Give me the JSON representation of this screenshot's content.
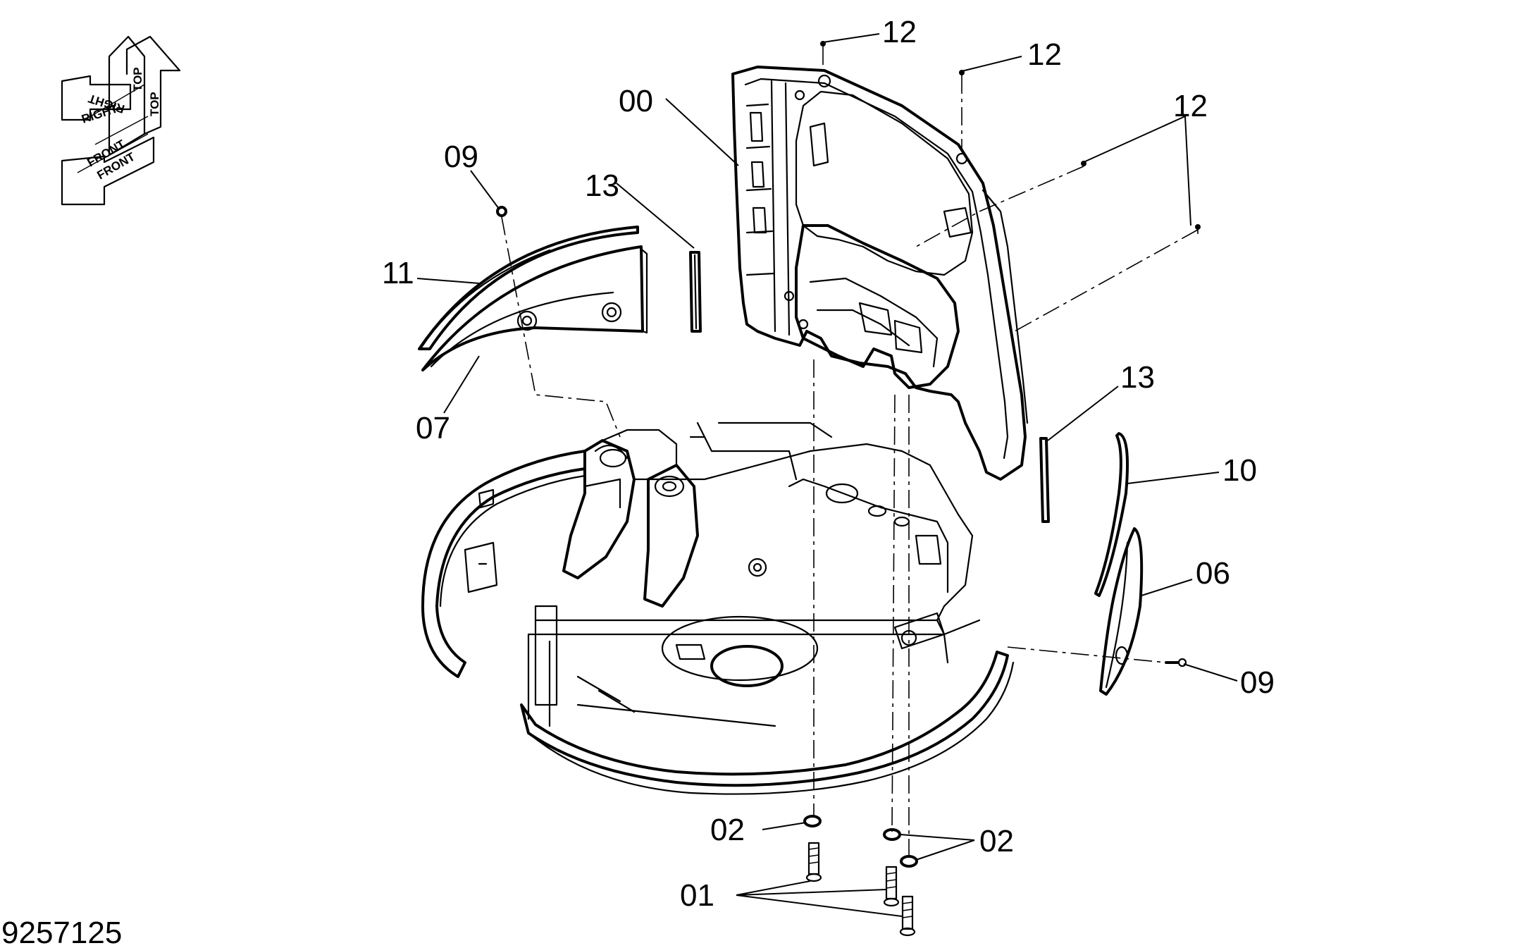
{
  "drawing_number": "9257125",
  "orientation": {
    "top_1": "TOP",
    "top_2": "TOP",
    "right_1": "RIGHT",
    "right_2": "RIGHT",
    "front_1": "FRONT",
    "front_2": "FRONT"
  },
  "callouts": {
    "c00": "00",
    "c01": "01",
    "c02a": "02",
    "c02b": "02",
    "c06": "06",
    "c07": "07",
    "c09a": "09",
    "c09b": "09",
    "c10": "10",
    "c11": "11",
    "c12a": "12",
    "c12b": "12",
    "c12c": "12",
    "c13a": "13",
    "c13b": "13"
  }
}
